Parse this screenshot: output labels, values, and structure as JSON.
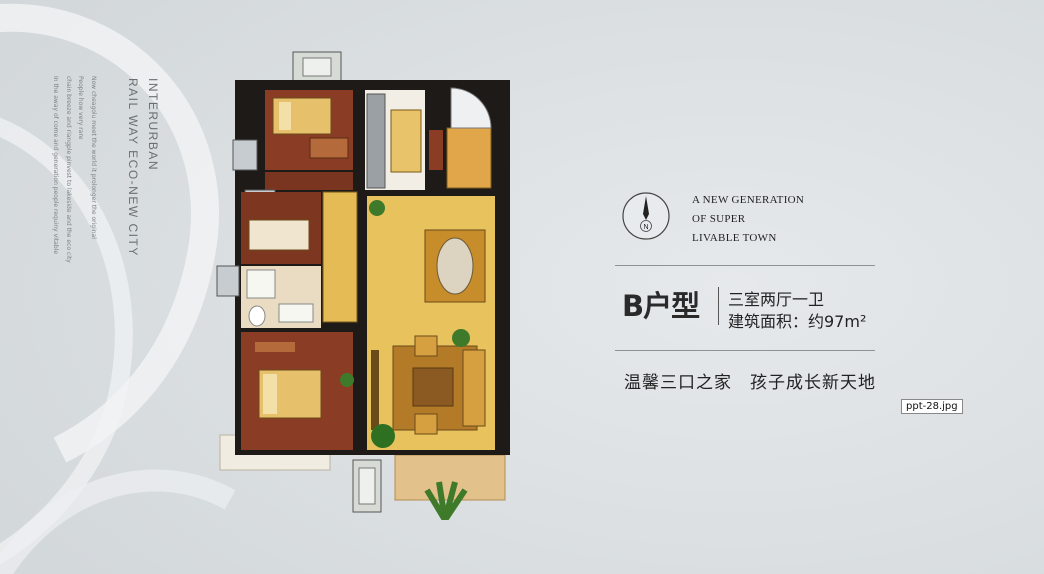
{
  "side_text": {
    "title_line1": "INTERURBAN",
    "title_line2": "RAIL WAY ECO-NEW CITY",
    "small_line1": "Now cheagolu meet the world it prolonger the original",
    "small_line2": "People how very rare",
    "small_line3": "chain breeze and riangple pinvest to lakeside and the eco city",
    "small_line4": "In the away of come and generation people requiny vitable"
  },
  "tagline": {
    "line1": "A NEW GENERATION",
    "line2": "OF SUPER",
    "line3": "LIVABLE TOWN"
  },
  "compass_label": "N",
  "unit_type": "B户型",
  "rooms": "三室两厅一卫",
  "area": "建筑面积：约97m²",
  "slogan": "温馨三口之家　孩子成长新天地",
  "filename": "ppt-28.jpg",
  "colors": {
    "background": "#dfe3e6",
    "wall": "#1e1a17",
    "wood_floor": "#8a3d24",
    "living_floor": "#e8c25c",
    "balcony_floor": "#e2c18a"
  }
}
